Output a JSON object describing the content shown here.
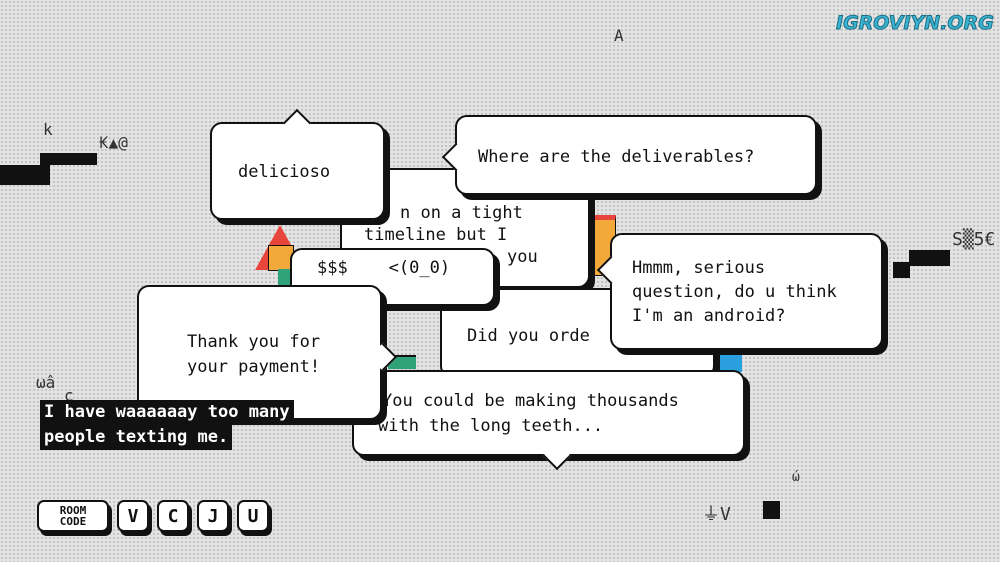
{
  "watermark": "IGROVIYN.ORG",
  "glyphs": {
    "top": "A",
    "left_1": "k",
    "left_2": "₭▲@",
    "right": "S▒5€",
    "left_bottom_1": "ωâ",
    "left_bottom_2": "c",
    "bottom_right_1": "ώ",
    "bottom_right_2": "⏚V"
  },
  "bubbles": {
    "timeline": [
      "n on a tight",
      "timeline but I",
      "           you"
    ],
    "order": "Did you orde",
    "face": "$$$    <(0_0)",
    "thousands": [
      "You could be making thousands",
      "with the long teeth..."
    ],
    "android": [
      "Hmmm, serious",
      "question, do u think",
      "I'm an android?"
    ],
    "deliverables": "Where are the deliverables?",
    "delicioso": "delicioso",
    "payment": [
      "Thank you for",
      "your payment!"
    ]
  },
  "subtitle": [
    "I have waaaaaay too many",
    "people texting me."
  ],
  "room": {
    "label_1": "ROOM",
    "label_2": "CODE",
    "letters": [
      "V",
      "C",
      "J",
      "U"
    ]
  }
}
